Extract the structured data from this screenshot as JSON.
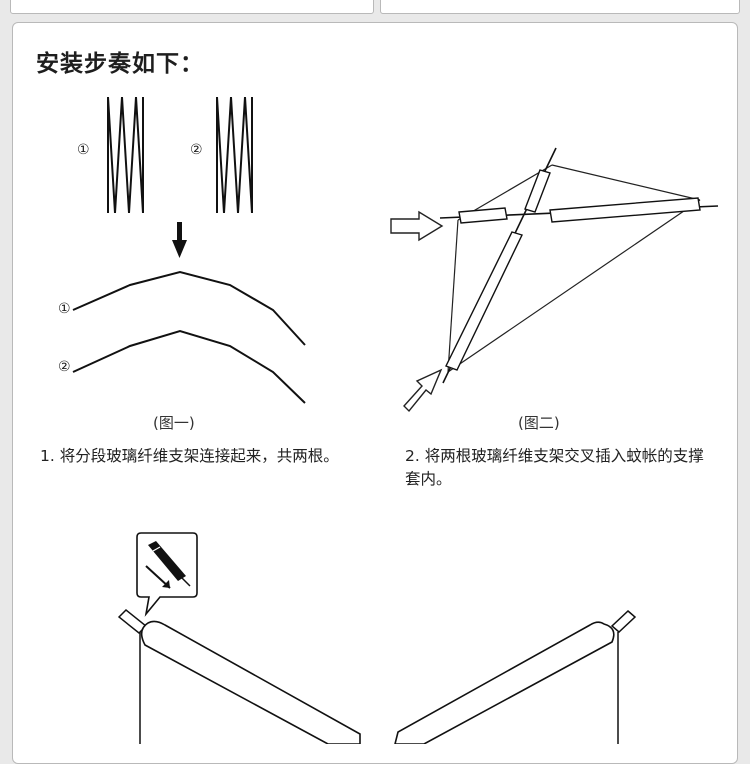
{
  "heading": "安装步奏如下：",
  "figure1": {
    "caption": "(图一)",
    "markers": [
      "①",
      "②"
    ],
    "step_text": "1. 将分段玻璃纤维支架连接起来，共两根。"
  },
  "figure2": {
    "caption": "(图二)",
    "step_text": "2. 将两根玻璃纤维支架交叉插入蚊帐的支撑套内。"
  },
  "colors": {
    "line": "#111111",
    "card_border": "#b9b9b9",
    "page_bg": "#e9e9e9"
  }
}
